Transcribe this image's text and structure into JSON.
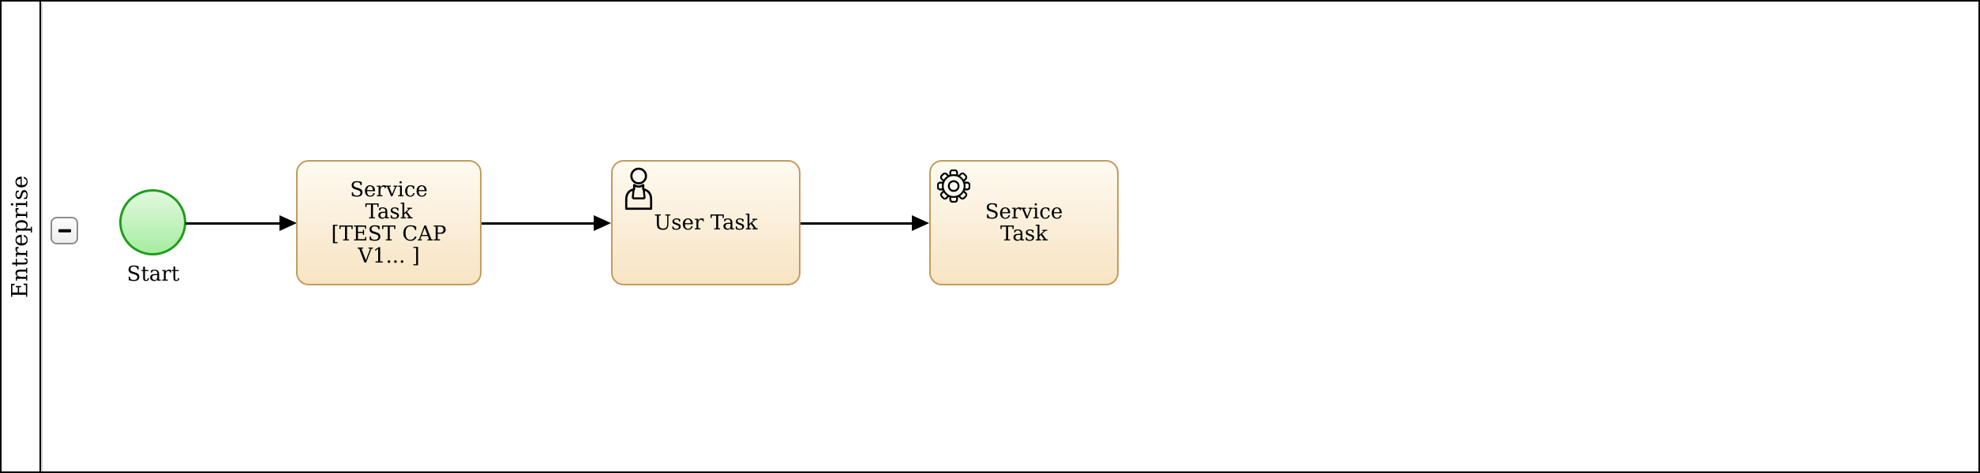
{
  "pool": {
    "lane_label": "Entreprise",
    "collapse_icon": "minus"
  },
  "process": {
    "start_event": {
      "label": "Start"
    },
    "tasks": [
      {
        "name": "service-task-1",
        "icon": "none",
        "lines": [
          "Service",
          "Task",
          "[TEST CAP",
          "V1... ]"
        ]
      },
      {
        "name": "user-task",
        "icon": "user",
        "lines": [
          "User Task"
        ]
      },
      {
        "name": "service-task-2",
        "icon": "gear",
        "lines": [
          "Service",
          "Task"
        ]
      }
    ],
    "flow_count": 3
  },
  "colors": {
    "task_fill_top": "#FEFAF1",
    "task_fill_bottom": "#F7E4C3",
    "task_border": "#C49B5D",
    "start_fill_top": "#E2F8DE",
    "start_fill_bottom": "#A6EDA0",
    "start_border": "#1E9E1E",
    "line": "#000000"
  }
}
